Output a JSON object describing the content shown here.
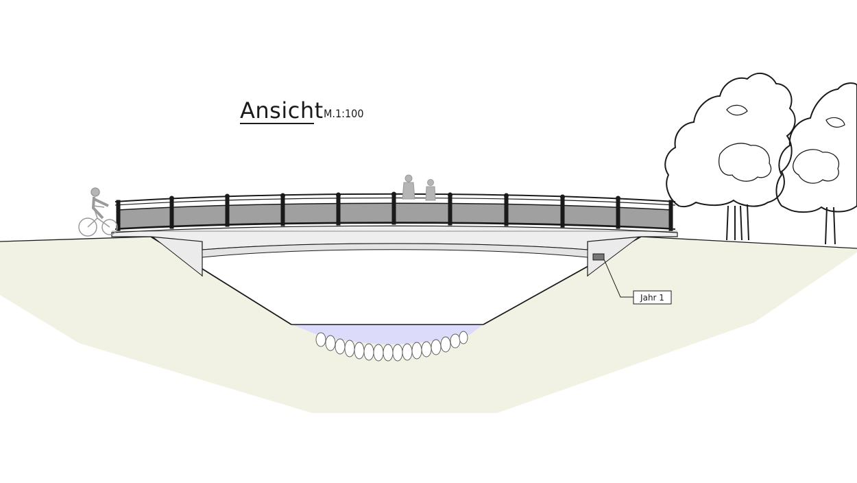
{
  "view": {
    "title": "Ansicht",
    "scale": "M.1:100"
  },
  "annotations": {
    "plaque_label": "Jahr 1"
  },
  "colors": {
    "ground": "#f2f2e4",
    "water": "#dcdcfa",
    "railing_panel": "#a0a0a0",
    "bridge_deck": "#eeeeee",
    "abutment": "#ebebeb",
    "line": "#1a1a1a",
    "figures": "#9a9a9a"
  }
}
